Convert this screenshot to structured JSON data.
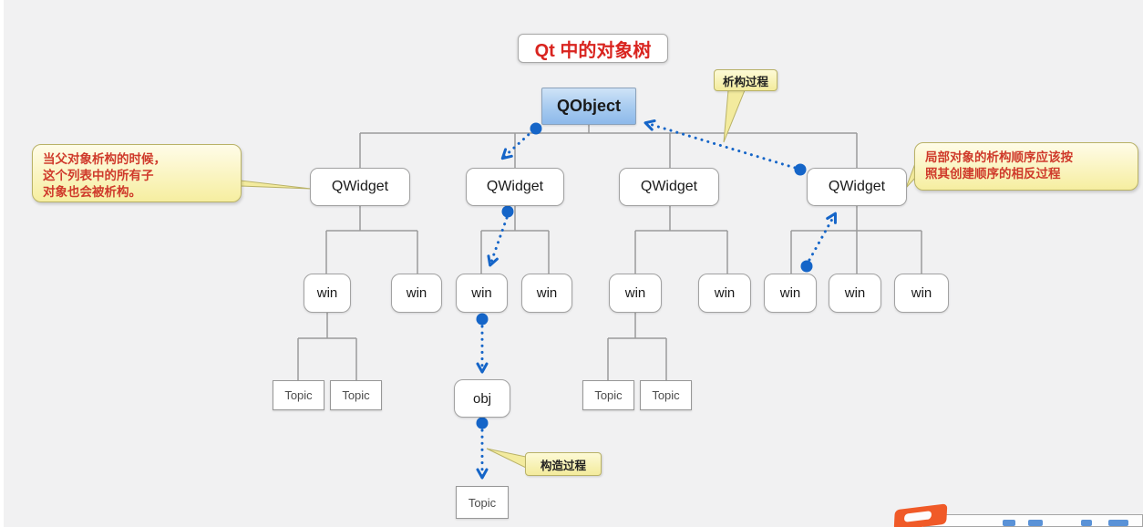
{
  "title": "Qt 中的对象树",
  "tree": {
    "root": {
      "label": "QObject"
    },
    "qwidgets": [
      {
        "label": "QWidget"
      },
      {
        "label": "QWidget"
      },
      {
        "label": "QWidget"
      },
      {
        "label": "QWidget"
      }
    ],
    "wins": [
      {
        "label": "win"
      },
      {
        "label": "win"
      },
      {
        "label": "win"
      },
      {
        "label": "win"
      },
      {
        "label": "win"
      },
      {
        "label": "win"
      },
      {
        "label": "win"
      },
      {
        "label": "win"
      },
      {
        "label": "win"
      }
    ],
    "obj": {
      "label": "obj"
    },
    "topics": [
      {
        "label": "Topic"
      },
      {
        "label": "Topic"
      },
      {
        "label": "Topic"
      },
      {
        "label": "Topic"
      },
      {
        "label": "Topic"
      }
    ]
  },
  "callouts": {
    "parent_destructor_note": {
      "text": "当父对象析构的时候，\n这个列表中的所有子\n对象也会被析构。"
    },
    "local_destructor_note": {
      "text": "局部对象的析构顺序应该按\n照其创建顺序的相反过程"
    },
    "destructor_process": {
      "label": "析构过程"
    },
    "constructor_process": {
      "label": "构造过程"
    }
  },
  "colors": {
    "arrow_blue": "#1565c8",
    "connector_gray": "#9b9b9b",
    "callout_yellow": "#f6eea0",
    "callout_border": "#b9b267",
    "callout_text_red": "#cf3a2b",
    "title_red": "#d9241f",
    "qobject_fill": "#a9ccf0",
    "background": "#f1f1f2",
    "watermark_orange": "#f05a28"
  }
}
